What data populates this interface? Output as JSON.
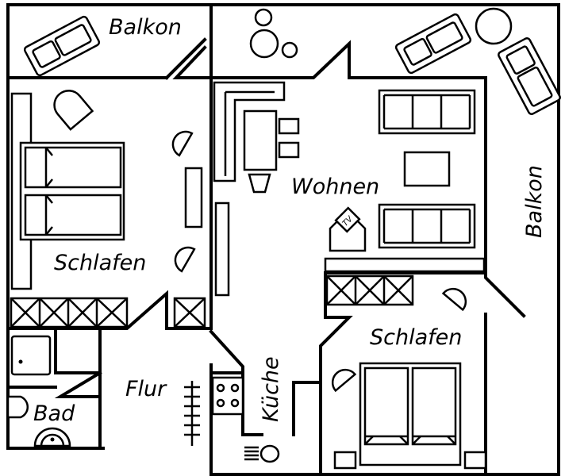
{
  "plan": {
    "rooms": {
      "balkon_top_left": "Balkon",
      "wohnen": "Wohnen",
      "balkon_right": "Balkon",
      "schlafen_left": "Schlafen",
      "schlafen_right": "Schlafen",
      "flur": "Flur",
      "kueche": "Küche",
      "bad": "Bad"
    },
    "tv_label": "TV"
  }
}
